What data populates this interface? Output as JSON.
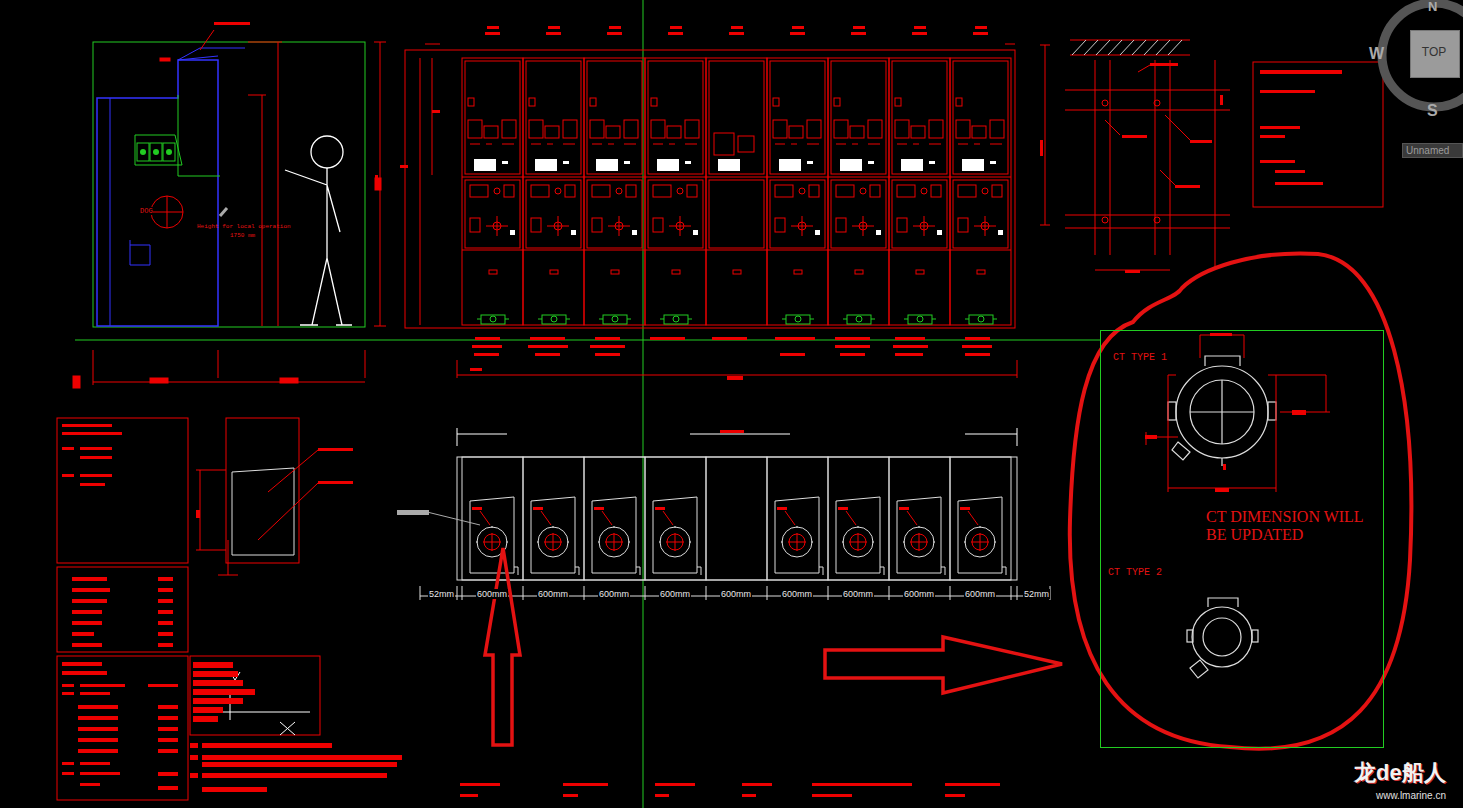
{
  "diagram": {
    "nodes": [
      {
        "text": [
          "CT TYPE 1",
          "CT DIMENSION WILL BE UPDATED",
          "CT TYPE 2"
        ]
      },
      {
        "text": [
          "TOP"
        ]
      },
      {
        "text": [
          "Unnamed"
        ]
      }
    ],
    "labels": [
      "N",
      "W",
      "S",
      "DOG",
      "Height for local operation",
      "1750 mm",
      "52mm",
      "600mm",
      "600mm",
      "600mm",
      "600mm",
      "600mm",
      "600mm",
      "600mm",
      "600mm",
      "600mm",
      "52mm",
      "龙de船人",
      "www.lmarine.cn"
    ]
  }
}
